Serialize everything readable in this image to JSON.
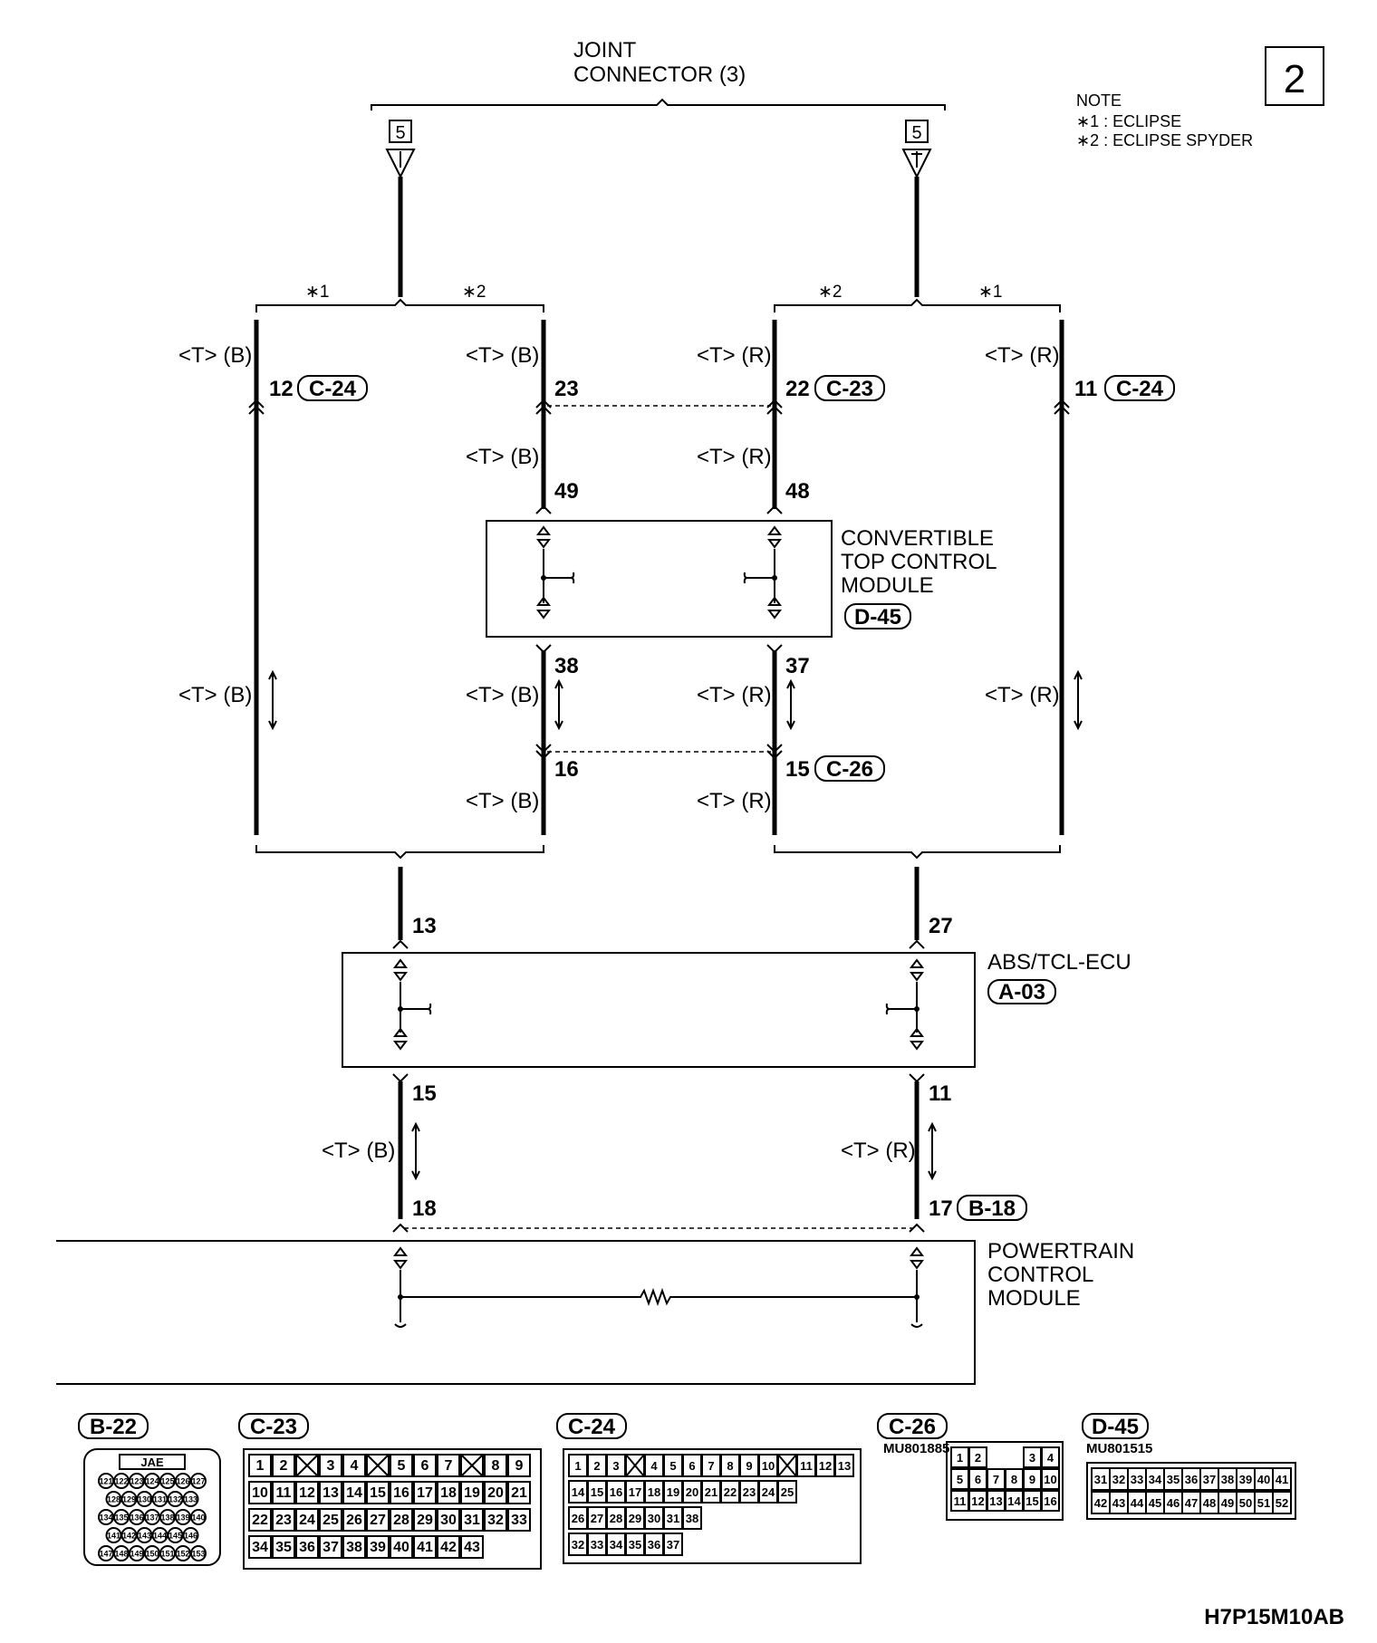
{
  "page_number": "2",
  "drawing_code": "H7P15M10AB",
  "notes": {
    "title": "NOTE",
    "star1": "∗1 : ECLIPSE",
    "star2": "∗2 : ECLIPSE SPYDER",
    "mark1": "∗1",
    "mark2": "∗2"
  },
  "joint_connector": {
    "line1": "JOINT",
    "line2": "CONNECTOR (3)",
    "left_pin": "5",
    "right_pin": "5"
  },
  "wire_labels": {
    "tb": "<T> (B)",
    "tr": "<T> (R)"
  },
  "connectors": {
    "c24": "C-24",
    "c23": "C-23",
    "c26": "C-26",
    "d45": "D-45",
    "a03": "A-03",
    "b18": "B-18",
    "b22": "B-22"
  },
  "pins": {
    "p12": "12",
    "p23": "23",
    "p22": "22",
    "p11": "11",
    "p49": "49",
    "p48": "48",
    "p38": "38",
    "p37": "37",
    "p16": "16",
    "p15": "15",
    "p13": "13",
    "p27": "27",
    "p15b": "15",
    "p11b": "11",
    "p18": "18",
    "p17": "17"
  },
  "modules": {
    "convertible": [
      "CONVERTIBLE",
      "TOP CONTROL",
      "MODULE"
    ],
    "abs": "ABS/TCL-ECU",
    "pcm": [
      "POWERTRAIN",
      "CONTROL",
      "MODULE"
    ]
  },
  "connector_views": {
    "b22_brand": "JAE",
    "b22_rows": [
      [
        "121",
        "122",
        "123",
        "124",
        "125",
        "126",
        "127"
      ],
      [
        "128",
        "129",
        "130",
        "131",
        "132",
        "133"
      ],
      [
        "134",
        "135",
        "136",
        "137",
        "138",
        "139",
        "140"
      ],
      [
        "141",
        "142",
        "143",
        "144",
        "145",
        "146"
      ],
      [
        "147",
        "148",
        "149",
        "150",
        "151",
        "152",
        "153"
      ]
    ],
    "c26_part": "MU801885",
    "c26_rows": [
      [
        "1",
        "2",
        "",
        "",
        "3",
        "4"
      ],
      [
        "5",
        "6",
        "7",
        "8",
        "9",
        "10"
      ],
      [
        "11",
        "12",
        "13",
        "14",
        "15",
        "16"
      ]
    ],
    "d45_part": "MU801515",
    "d45_rows": [
      [
        "31",
        "32",
        "33",
        "34",
        "35",
        "36",
        "37",
        "38",
        "39",
        "40",
        "41"
      ],
      [
        "42",
        "43",
        "44",
        "45",
        "46",
        "47",
        "48",
        "49",
        "50",
        "51",
        "52"
      ]
    ],
    "c23_row1": [
      "1",
      "2",
      "",
      "3",
      "4",
      "",
      "5",
      "6",
      "7",
      "",
      "8",
      "9"
    ],
    "c23_row2": [
      "10",
      "11",
      "12",
      "13",
      "14",
      "15",
      "16",
      "17",
      "18",
      "19",
      "20",
      "21"
    ],
    "c23_row3": [
      "22",
      "23",
      "24",
      "25",
      "26",
      "27",
      "28",
      "29",
      "30",
      "31",
      "32",
      "33"
    ],
    "c23_row4": [
      "34",
      "35",
      "36",
      "37",
      "38",
      "39",
      "40",
      "41",
      "42",
      "43"
    ],
    "c24_row1": [
      "1",
      "2",
      "3",
      "",
      "4",
      "5",
      "6",
      "7",
      "8",
      "9",
      "10",
      "",
      "11",
      "12",
      "13"
    ],
    "c24_row2": [
      "14",
      "15",
      "16",
      "17",
      "18",
      "19",
      "20",
      "21",
      "22",
      "23",
      "24",
      "25"
    ],
    "c24_row3": [
      "26",
      "27",
      "28",
      "29",
      "30",
      "31",
      "38"
    ],
    "c24_row4": [
      "32",
      "33",
      "34",
      "35",
      "36",
      "37"
    ]
  }
}
